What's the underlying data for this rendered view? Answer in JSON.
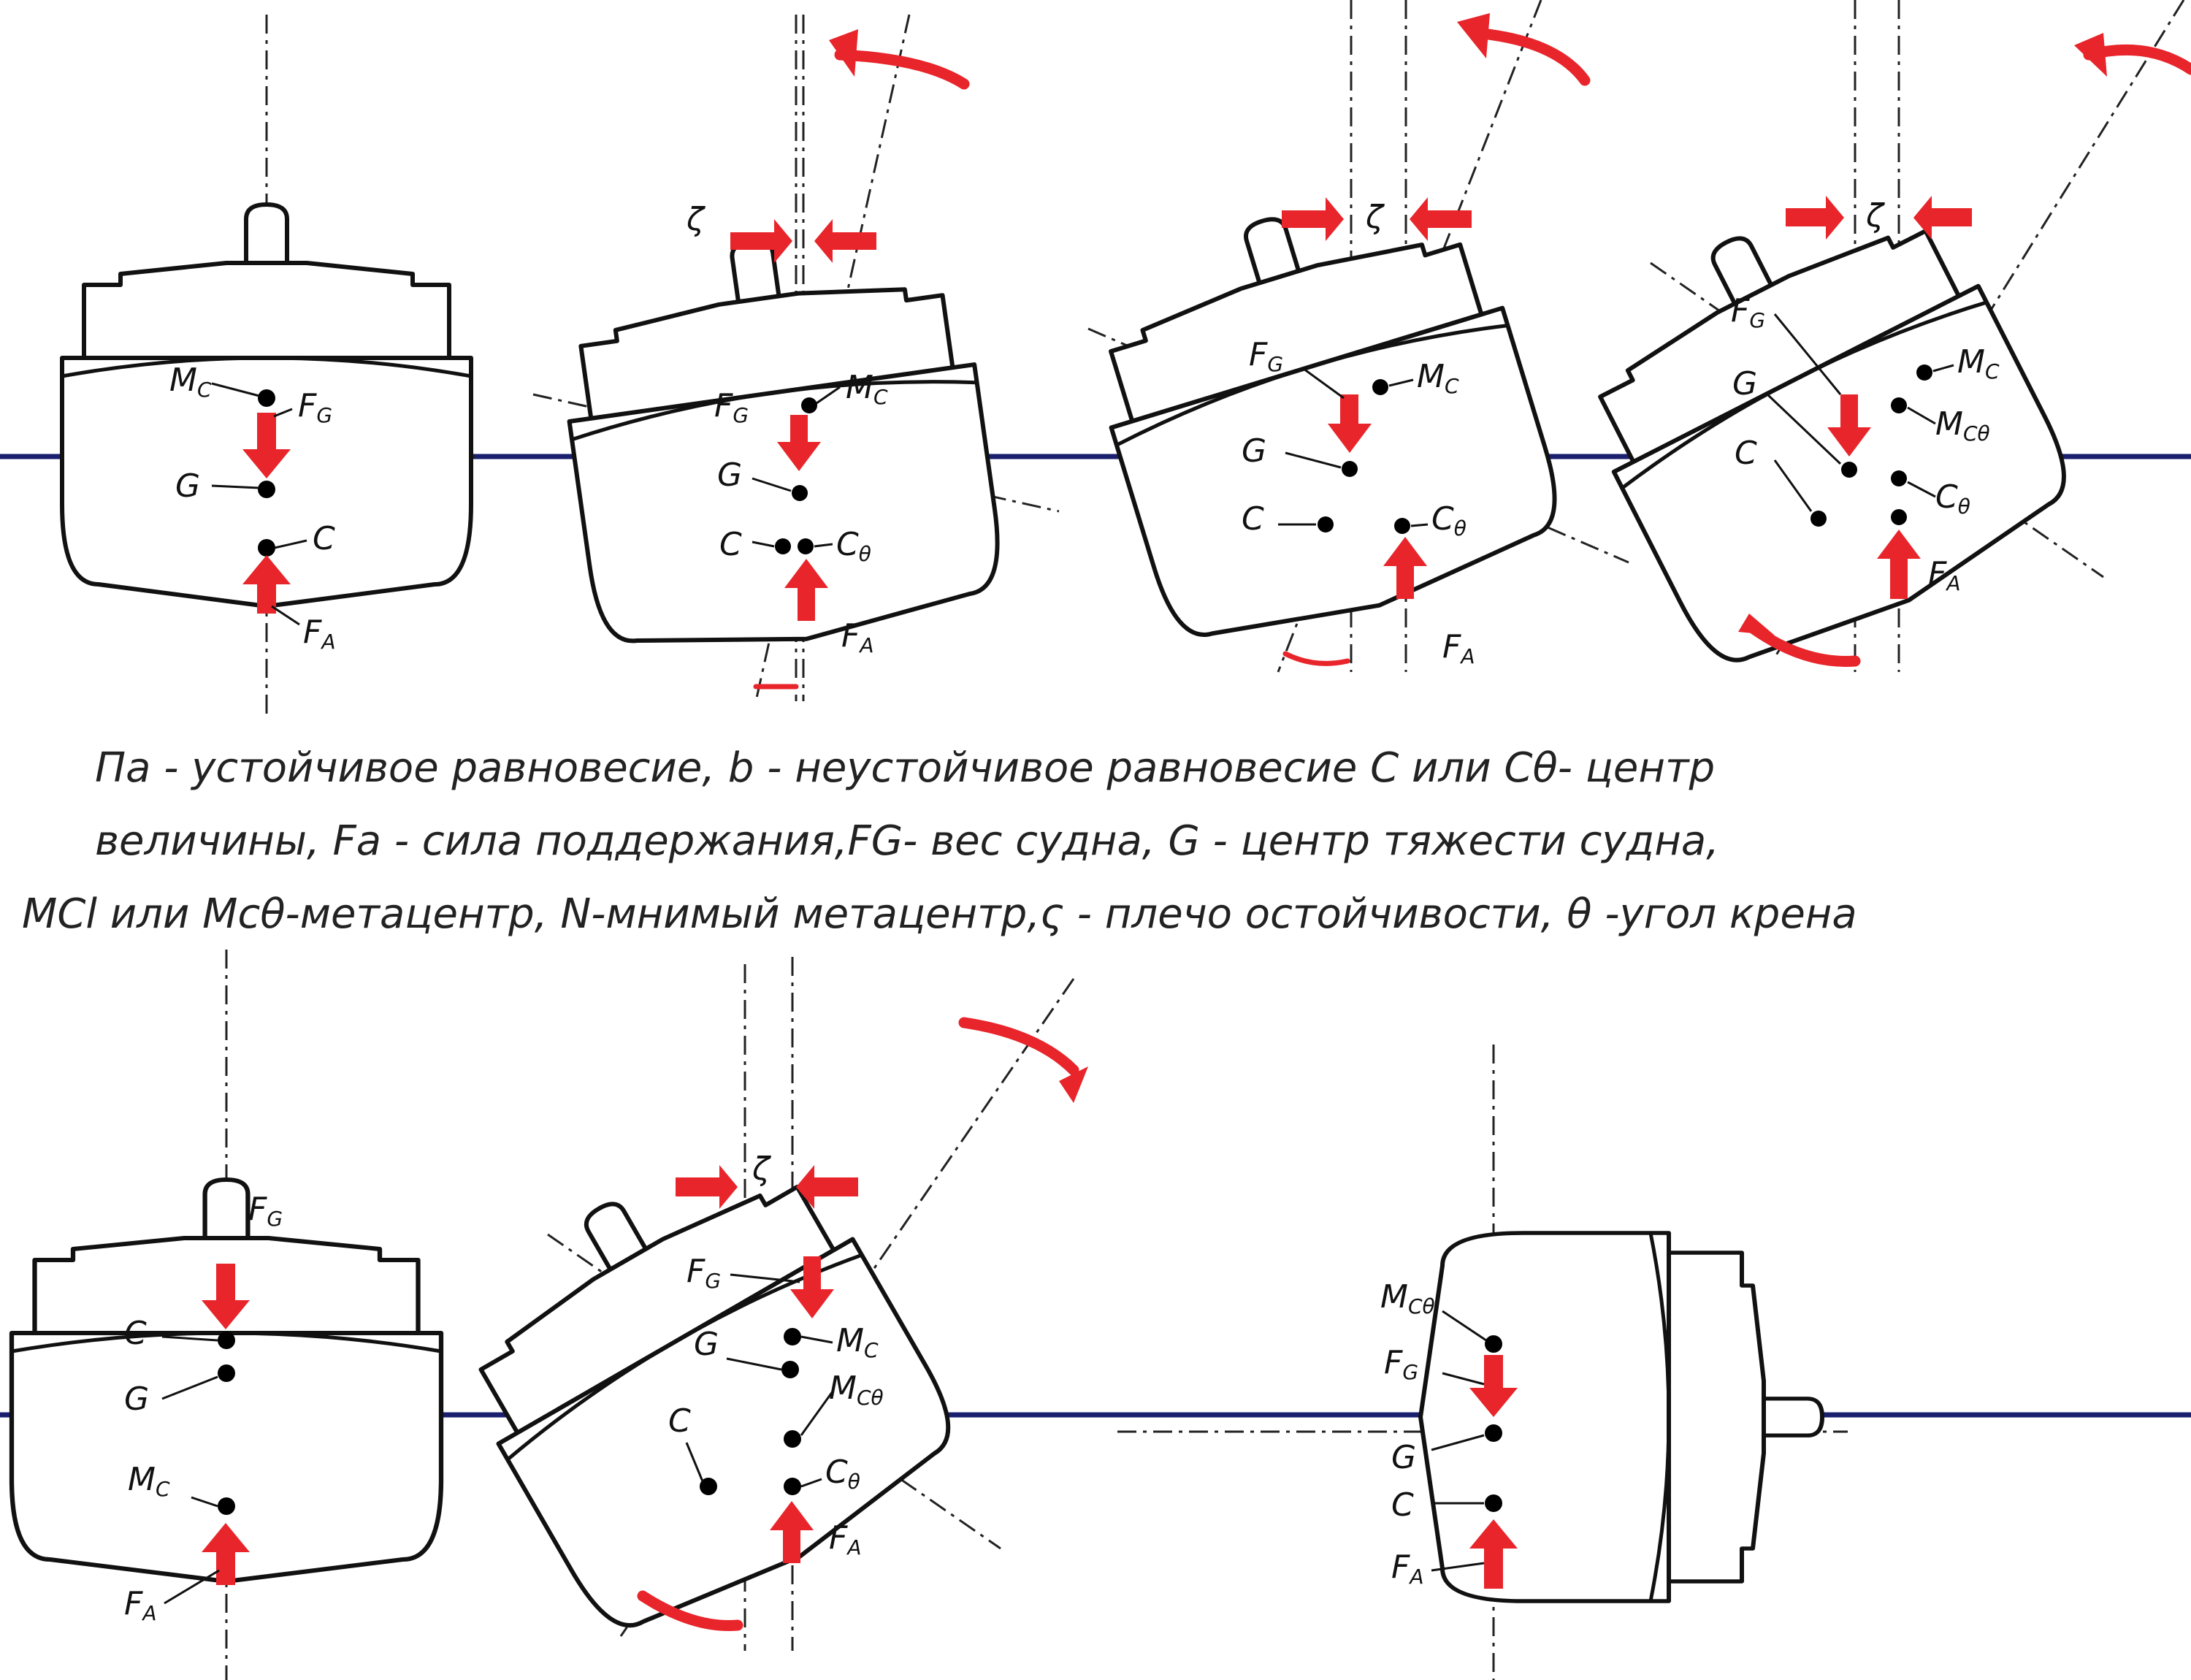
{
  "caption": {
    "line1": "Па - устойчивое равновесие, b - неустойчивое равновесие C или Cθ- центр",
    "line2": "величины, Fa - сила поддержания,FG- вес судна, G - центр тяжести судна,",
    "line3": "MCl или Mcθ-метацентр, N-мнимый метацентр,ς - плечо остойчивости, θ -угол крена"
  },
  "labels": {
    "mc": "M",
    "mc_sub": "C",
    "mct_sub": "Cθ",
    "fg": "F",
    "fg_sub": "G",
    "fa": "F",
    "fa_sub": "A",
    "g": "G",
    "c": "C",
    "ct": "C",
    "ct_sub": "θ",
    "zeta": "ζ"
  },
  "colors": {
    "arrow": "#e8252b",
    "waterline": "#1a1f6e",
    "outline": "#111111"
  }
}
